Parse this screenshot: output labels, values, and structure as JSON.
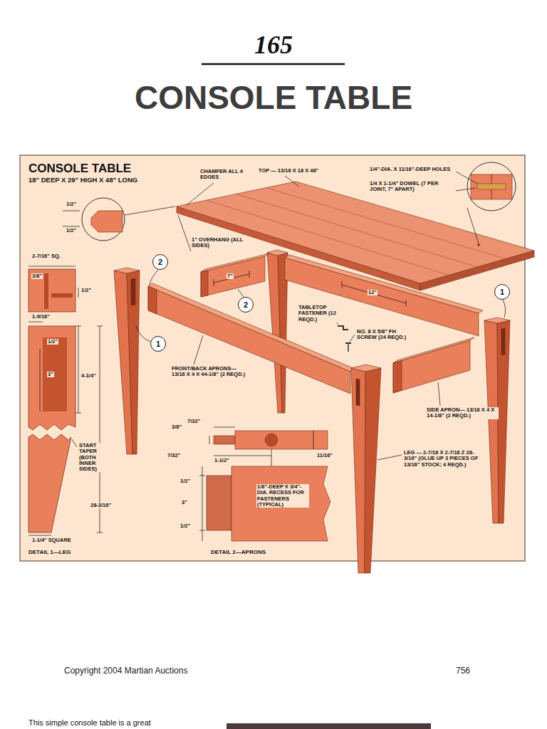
{
  "diagram": {
    "title": "CONSOLE TABLE",
    "nodes": [
      {
        "text": [
          "2"
        ]
      },
      {
        "text": [
          "1"
        ]
      },
      {
        "text": [
          "2"
        ]
      },
      {
        "text": [
          "1"
        ]
      }
    ],
    "labels": [
      "165",
      "CONSOLE TABLE",
      "18\" DEEP X 29\" HIGH X 48\" LONG",
      "CHAMFER ALL 4 EDGES",
      "TOP — 13/16 X 18 X 48\"",
      "1/4\"-DIA. X 11/16\"-DEEP HOLES",
      "1/4 X 1-1/4\" DOWEL (7 PER JOINT, 7\" APART)",
      "1/2\"",
      "1/2\"",
      "1\" OVERHANG (ALL SIDES)",
      "2-7/16\" SQ.",
      "3/8\"",
      "1/2\"",
      "1-9/16\"",
      "1/2\"",
      "3\"",
      "4-1/4\"",
      "START TAPER (BOTH INNER SIDES)",
      "28-3/16\"",
      "1-1/4\" SQUARE",
      "DETAIL 1—LEG",
      "7\"",
      "12\"",
      "TABLETOP FASTENER (12 REQD.)",
      "NO. 8 X 5/8\" FH SCREW (24 REQD.)",
      "FRONT/BACK APRONS— 13/16 X 4 X 44-1/8\" (2 REQD.)",
      "SIDE APRON— 13/16 X 4 X 14-1/8\" (2 REQD.)",
      "LEG — 2-7/16 X 2-7/16 Z 28-3/16\" (GLUE UP 3 PIECES OF 13/16\" STOCK; 4 REQD.)",
      "3/8\"",
      "7/32\"",
      "7/32\"",
      "1-1/2\"",
      "11/16\"",
      "1/8\"-DEEP X 3/4\"-DIA. RECESS FOR FASTENERS (TYPICAL)",
      "1/2\"",
      "3\"",
      "1/2\"",
      "DETAIL 2—APRONS",
      "Copyright 2004 Martian Auctions",
      "756",
      "This simple console table is a great"
    ]
  }
}
